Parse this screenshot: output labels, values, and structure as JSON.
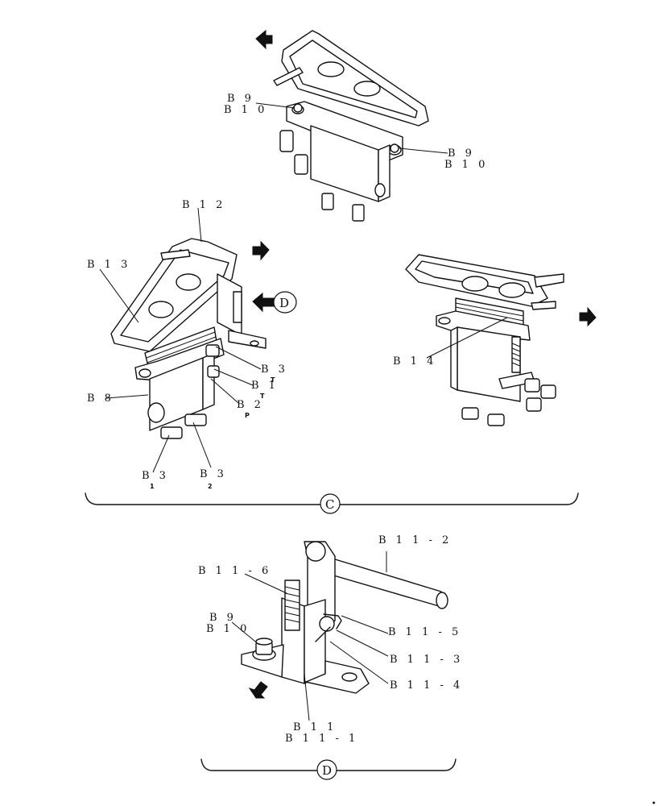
{
  "labels": {
    "b9_top_left": "B 9",
    "b10_top_left": "B 1 0",
    "b9_top_right": "B 9",
    "b10_top_right": "B 1 0",
    "b12": "B 1 2",
    "b13": "B 1 3",
    "b3_right": "B 3",
    "b3_right_sub": "T",
    "b1": "B 1",
    "b1_sub": "T",
    "b2": "B 2",
    "b2_sub": "P",
    "b8": "B 8",
    "b3_bottom_1": "B 3",
    "b3_bottom_1_sub": "1",
    "b3_bottom_2": "B 3",
    "b3_bottom_2_sub": "2",
    "b14": "B 1 4",
    "b11_2": "B 1 1 - 2",
    "b11_6": "B 1 1 - 6",
    "b9_detail": "B 9",
    "b10_detail": "B 1 0",
    "b11_5": "B 1 1 - 5",
    "b11_3": "B 1 1 - 3",
    "b11_4": "B 1 1 - 4",
    "b11": "B 1 1",
    "b11_1": "B 1 1 - 1"
  },
  "views": {
    "view_c": "C",
    "view_d_marker": "D",
    "view_d_section": "D"
  }
}
